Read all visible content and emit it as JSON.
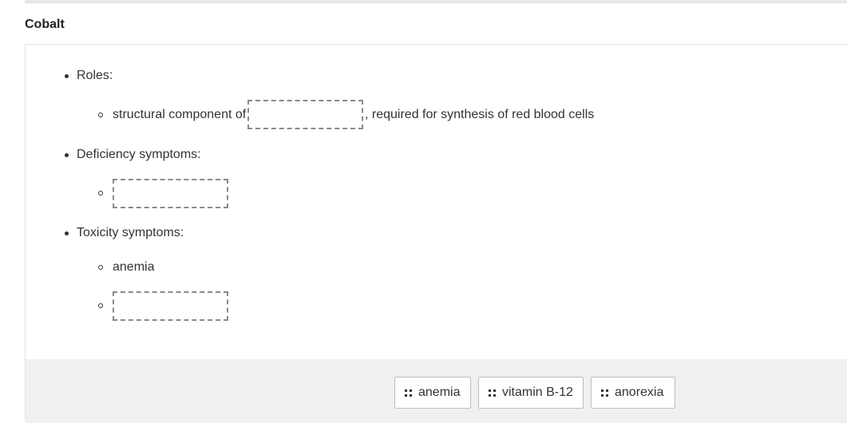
{
  "section": {
    "title": "Cobalt"
  },
  "items": {
    "roles": {
      "label": "Roles:",
      "sub": {
        "prefix": "structural component of",
        "suffix": ", required for synthesis of red blood cells"
      }
    },
    "deficiency": {
      "label": "Deficiency symptoms:"
    },
    "toxicity": {
      "label": "Toxicity symptoms:",
      "sub_text": "anemia"
    }
  },
  "drop_zones": [
    {
      "id": "roles-blank",
      "value": ""
    },
    {
      "id": "deficiency-blank",
      "value": ""
    },
    {
      "id": "toxicity-blank",
      "value": ""
    }
  ],
  "choices": [
    {
      "label": "anemia",
      "icon": "drag-handle-icon"
    },
    {
      "label": "vitamin B-12",
      "icon": "drag-handle-icon"
    },
    {
      "label": "anorexia",
      "icon": "drag-handle-icon"
    }
  ],
  "colors": {
    "text": "#333333",
    "dropzone_border": "#8a8a8a",
    "tray_background": "#f0f0f0"
  }
}
